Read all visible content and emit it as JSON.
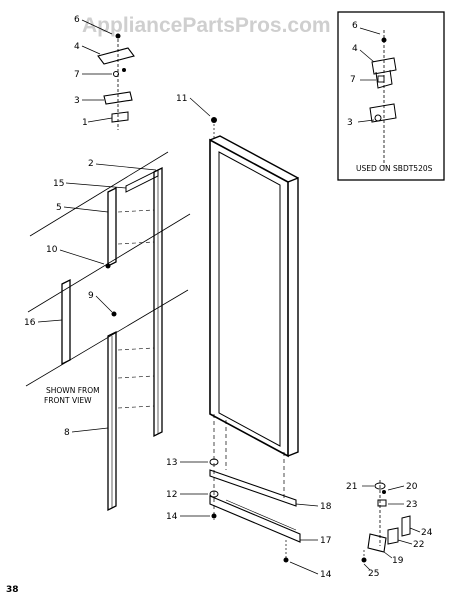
{
  "watermark": "AppliancePartsPros.com",
  "page_number": "38",
  "inset_note": "USED ON SBDT520S",
  "view_note_line1": "SHOWN FROM",
  "view_note_line2": "FRONT VIEW",
  "parts": {
    "p1": "1",
    "p2": "2",
    "p3": "3",
    "p3b": "3",
    "p4": "4",
    "p4b": "4",
    "p5": "5",
    "p6": "6",
    "p6b": "6",
    "p7": "7",
    "p7b": "7",
    "p8": "8",
    "p9": "9",
    "p10": "10",
    "p11": "11",
    "p12": "12",
    "p13": "13",
    "p14": "14",
    "p14b": "14",
    "p15": "15",
    "p16": "16",
    "p17": "17",
    "p18": "18",
    "p19": "19",
    "p20": "20",
    "p21": "21",
    "p22": "22",
    "p23": "23",
    "p24": "24",
    "p25": "25"
  }
}
